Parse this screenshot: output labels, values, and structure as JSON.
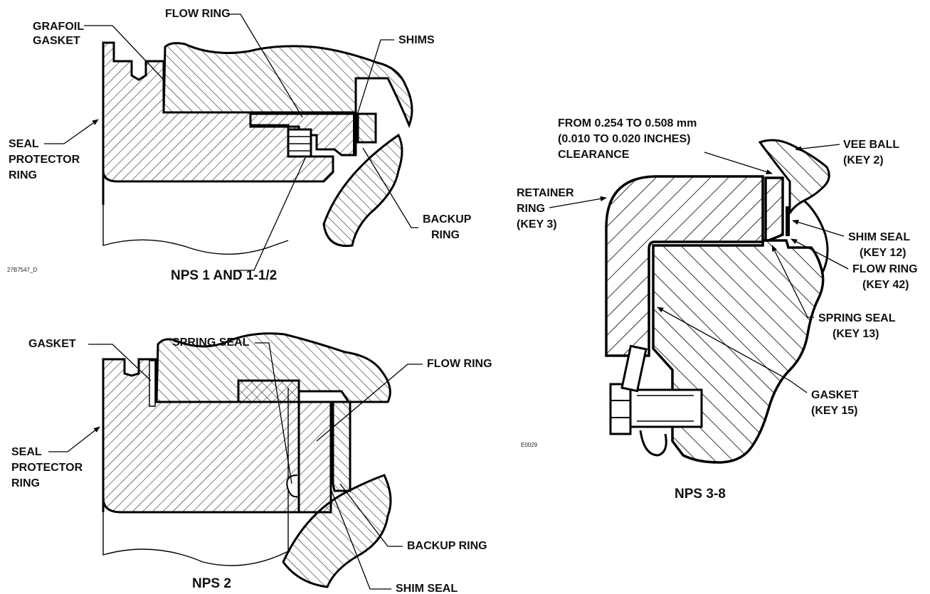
{
  "document": {
    "diagram_1": {
      "caption": "NPS 1 AND 1-1/2",
      "drawing_number": "27B7547_D",
      "labels": {
        "grafoil_gasket_line1": "GRAFOIL",
        "grafoil_gasket_line2": "GASKET",
        "flow_ring": "FLOW RING",
        "shims": "SHIMS",
        "seal_protector_line1": "SEAL",
        "seal_protector_line2": "PROTECTOR",
        "seal_protector_line3": "RING",
        "backup_ring_line1": "BACKUP",
        "backup_ring_line2": "RING"
      }
    },
    "diagram_2": {
      "caption": "NPS 2",
      "labels": {
        "gasket": "GASKET",
        "spring_seal": "SPRING SEAL",
        "flow_ring": "FLOW RING",
        "seal_protector_line1": "SEAL",
        "seal_protector_line2": "PROTECTOR",
        "seal_protector_line3": "RING",
        "backup_ring": "BACKUP RING",
        "shim_seal": "SHIM SEAL"
      }
    },
    "diagram_3": {
      "caption": "NPS 3-8",
      "drawing_number": "E0029",
      "labels": {
        "clearance_line1": "FROM 0.254 TO 0.508 mm",
        "clearance_line2": "(0.010 TO 0.020 INCHES)",
        "clearance_line3": "CLEARANCE",
        "vee_ball_line1": "VEE BALL",
        "vee_ball_line2": "(KEY 2)",
        "retainer_ring_line1": "RETAINER",
        "retainer_ring_line2": "RING",
        "retainer_ring_line3": "(KEY 3)",
        "shim_seal_line1": "SHIM SEAL",
        "shim_seal_line2": "(KEY 12)",
        "flow_ring_line1": "FLOW RING",
        "flow_ring_line2": "(KEY 42)",
        "spring_seal_line1": "SPRING SEAL",
        "spring_seal_line2": "(KEY 13)",
        "gasket_line1": "GASKET",
        "gasket_line2": "(KEY 15)"
      }
    }
  }
}
